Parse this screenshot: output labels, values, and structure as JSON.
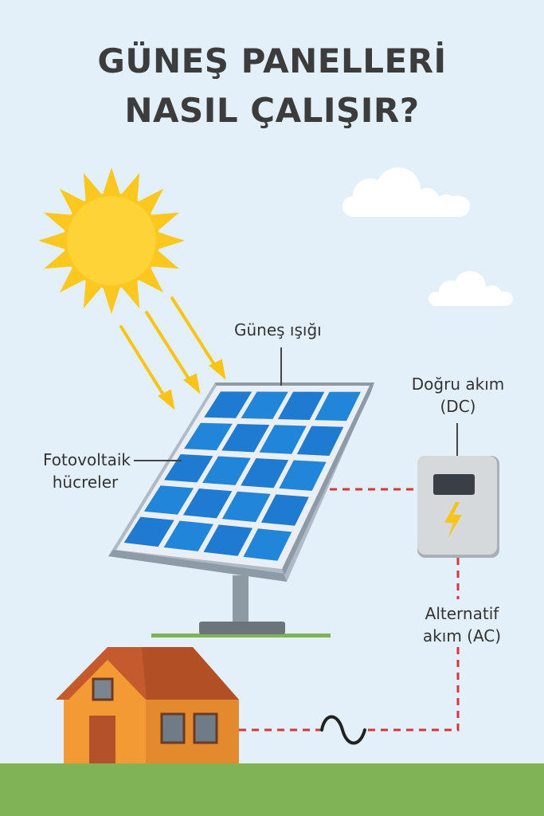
{
  "title": {
    "line1": "GÜNEŞ PANELLERİ",
    "line2": "NASIL ÇALIŞIR?"
  },
  "labels": {
    "sunlight": "Güneş ışığı",
    "pv_line1": "Fotovoltaik",
    "pv_line2": "hücreler",
    "dc_line1": "Doğru akım",
    "dc_line2": "(DC)",
    "ac_line1": "Alternatif",
    "ac_line2": "akım (AC)"
  },
  "colors": {
    "sky": "#e3f0fa",
    "sun": "#fcc820",
    "panel_cell": "#1f7bd0",
    "wire": "#d9343a",
    "house_wall": "#f39a35",
    "roof": "#c55a2c",
    "ground": "#7fb356"
  },
  "icons": [
    "sun-icon",
    "cloud-icon",
    "solar-panel-icon",
    "inverter-icon",
    "lightning-icon",
    "house-icon",
    "ac-wave-icon"
  ]
}
